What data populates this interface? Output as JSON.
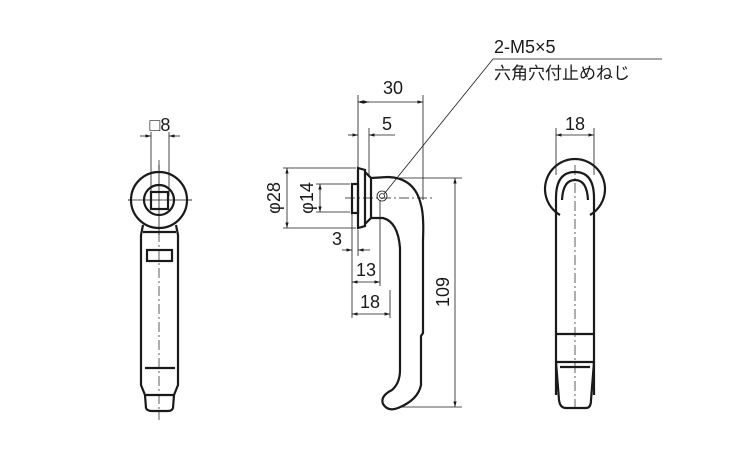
{
  "drawing": {
    "left_view": {
      "square_size": "□8"
    },
    "side_view": {
      "width_total": "30",
      "width_flange": "5",
      "dia_flange": "φ28",
      "dia_boss": "φ14",
      "boss_depth": "3",
      "offset_13": "13",
      "offset_18": "18",
      "height": "109",
      "callout_spec": "2-M5×5",
      "callout_desc": "六角穴付止めねじ"
    },
    "right_view": {
      "width": "18"
    }
  }
}
